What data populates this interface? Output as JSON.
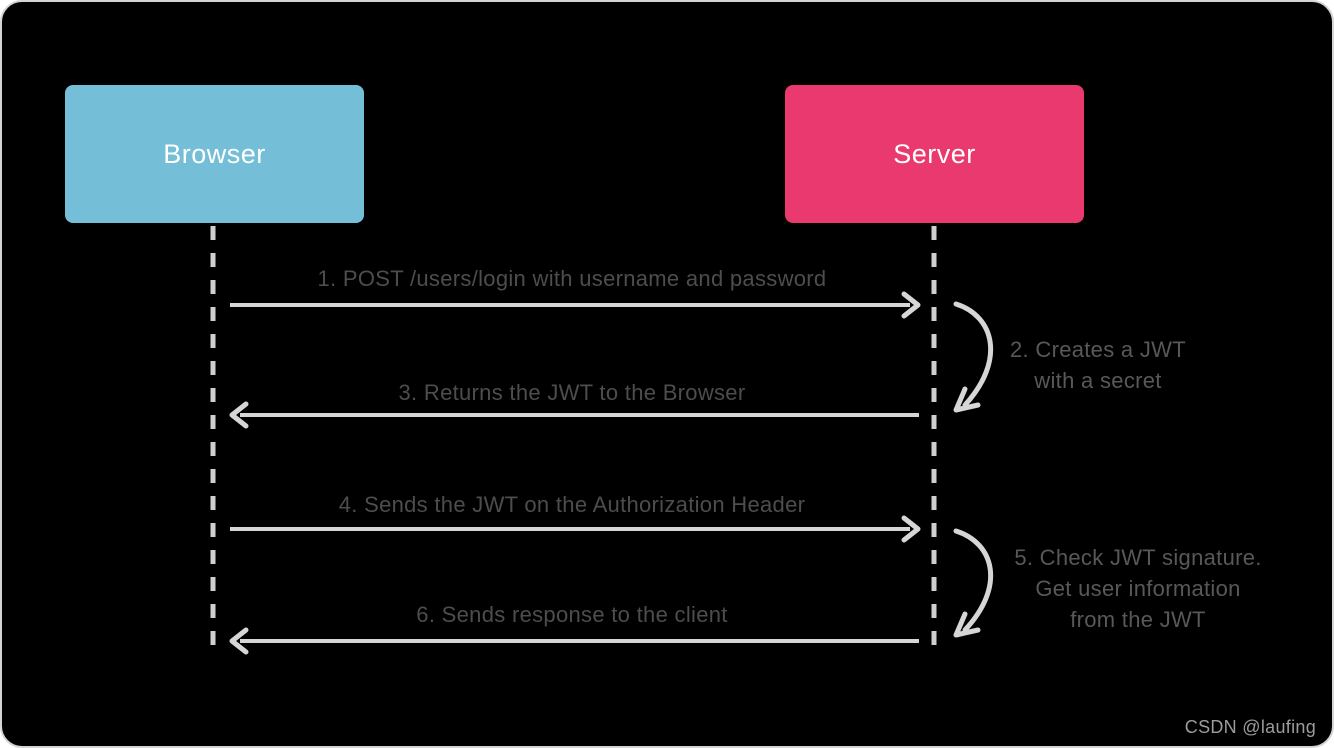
{
  "colors": {
    "canvas_background": "#000000",
    "page_background": "#ffffff",
    "frame_border": "#d4d4d4",
    "browser_box": "#74BED8",
    "server_box": "#E9396E",
    "actor_text": "#ffffff",
    "arrow_line": "#d6d6d6",
    "lifeline": "#cfcfcf",
    "message_text": "#4d4d4d",
    "note_text": "#585858",
    "watermark_text": "#9c9c9c"
  },
  "diagram": {
    "type": "sequence",
    "actors": [
      {
        "name": "Browser"
      },
      {
        "name": "Server"
      }
    ],
    "messages": [
      {
        "num": "1",
        "label": "1. POST /users/login with username and password",
        "from": "Browser",
        "to": "Server",
        "kind": "solid-arrow-right"
      },
      {
        "num": "2",
        "lines": [
          "2. Creates a JWT",
          "with a secret"
        ],
        "from": "Server",
        "to": "Server",
        "kind": "self-loop"
      },
      {
        "num": "3",
        "label": "3. Returns the JWT to the Browser",
        "from": "Server",
        "to": "Browser",
        "kind": "solid-arrow-left"
      },
      {
        "num": "4",
        "label": "4. Sends the JWT on the Authorization Header",
        "from": "Browser",
        "to": "Server",
        "kind": "solid-arrow-right"
      },
      {
        "num": "5",
        "lines": [
          "5. Check JWT signature.",
          "Get user information",
          "from the JWT"
        ],
        "from": "Server",
        "to": "Server",
        "kind": "self-loop"
      },
      {
        "num": "6",
        "label": "6. Sends response to the client",
        "from": "Server",
        "to": "Browser",
        "kind": "solid-arrow-left"
      }
    ]
  },
  "watermark": "CSDN @laufing"
}
